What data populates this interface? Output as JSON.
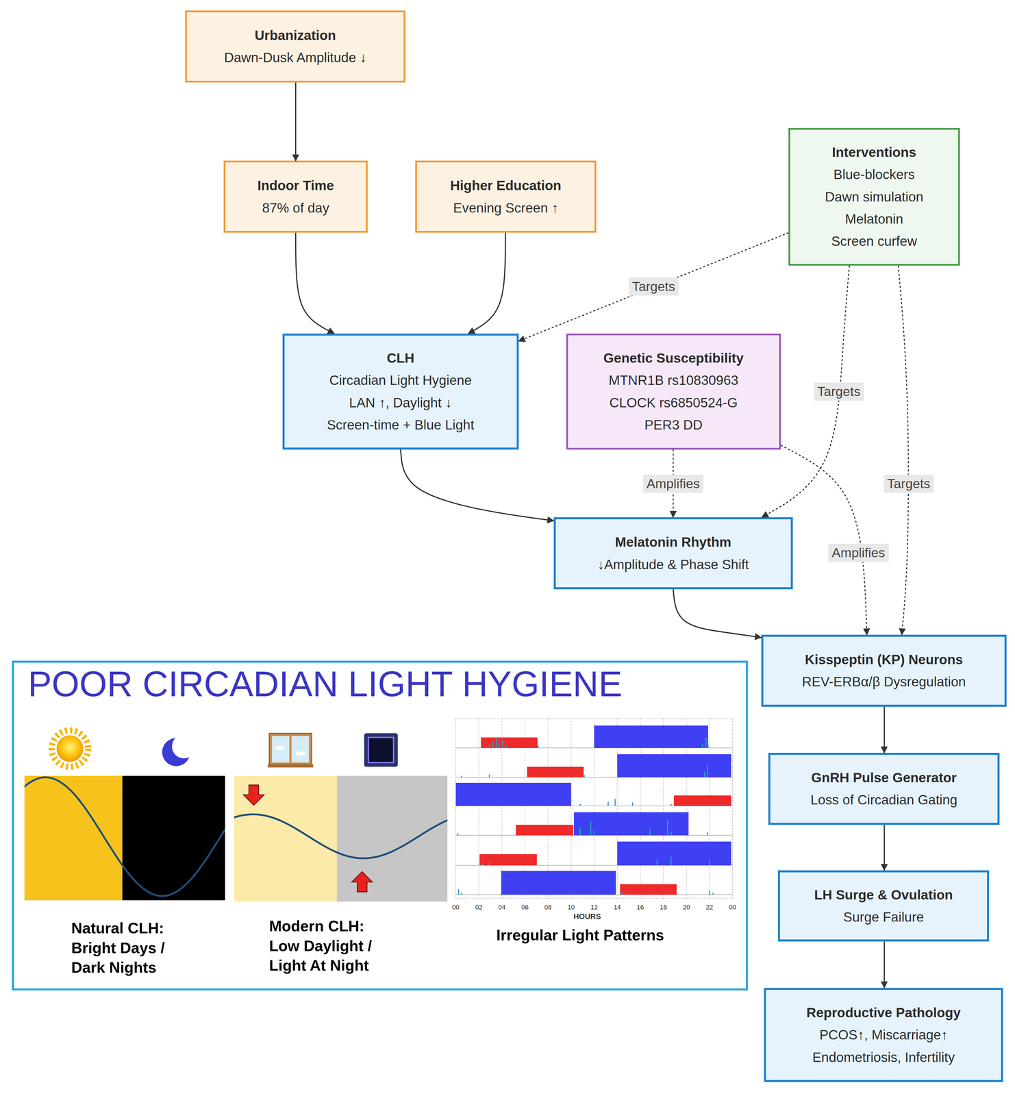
{
  "diagram": {
    "nodes": [
      {
        "text": [
          "Urbanization",
          "Dawn-Dusk Amplitude ↓"
        ]
      },
      {
        "text": [
          "Interventions",
          "Blue-blockers",
          "Dawn simulation",
          "Melatonin",
          "Screen curfew"
        ]
      },
      {
        "text": [
          "Indoor Time",
          "87% of day"
        ]
      },
      {
        "text": [
          "Higher Education",
          "Evening Screen ↑"
        ]
      },
      {
        "text": [
          "CLH",
          "Circadian Light Hygiene",
          "LAN ↑, Daylight ↓",
          "Screen-time + Blue Light"
        ]
      },
      {
        "text": [
          "Genetic Susceptibility",
          "MTNR1B rs10830963",
          "CLOCK rs6850524-G",
          "PER3 DD"
        ]
      },
      {
        "text": [
          "Melatonin Rhythm",
          "↓Amplitude & Phase Shift"
        ]
      },
      {
        "text": [
          "Kisspeptin (KP) Neurons",
          "REV-ERBα/β Dysregulation"
        ]
      },
      {
        "text": [
          "POOR CIRCADIAN LIGHT HYGIENE",
          "Natural CLH: Bright Days / Dark Nights",
          "Modern CLH: Low Daylight / Light At Night",
          "Irregular Light Patterns"
        ]
      },
      {
        "text": [
          "GnRH Pulse Generator",
          "Loss of Circadian Gating"
        ]
      },
      {
        "text": [
          "LH Surge & Ovulation",
          "Surge Failure"
        ]
      },
      {
        "text": [
          "Reproductive Pathology",
          "PCOS↑, Miscarriage↑",
          "Endometriosis, Infertility"
        ]
      }
    ],
    "edges": [
      {
        "from": 0,
        "to": 2,
        "arrow": "to"
      },
      {
        "from": 2,
        "to": 4,
        "arrow": "to"
      },
      {
        "from": 3,
        "to": 4,
        "arrow": "to"
      },
      {
        "from": 1,
        "to": 4,
        "label": "Targets",
        "arrow": "to"
      },
      {
        "from": 1,
        "to": 6,
        "label": "Targets",
        "arrow": "to"
      },
      {
        "from": 1,
        "to": 7,
        "label": "Targets",
        "arrow": "to"
      },
      {
        "from": 4,
        "to": 6,
        "arrow": "to"
      },
      {
        "from": 5,
        "to": 6,
        "label": "Amplifies",
        "arrow": "to"
      },
      {
        "from": 5,
        "to": 7,
        "label": "Amplifies",
        "arrow": "to"
      },
      {
        "from": 6,
        "to": 7,
        "arrow": "to"
      },
      {
        "from": 7,
        "to": 9,
        "arrow": "to"
      },
      {
        "from": 9,
        "to": 10,
        "arrow": "to"
      },
      {
        "from": 10,
        "to": 11,
        "arrow": "to"
      }
    ],
    "labels": [
      "00",
      "02",
      "04",
      "06",
      "08",
      "10",
      "12",
      "14",
      "16",
      "18",
      "20",
      "22",
      "00",
      "HOURS"
    ]
  }
}
